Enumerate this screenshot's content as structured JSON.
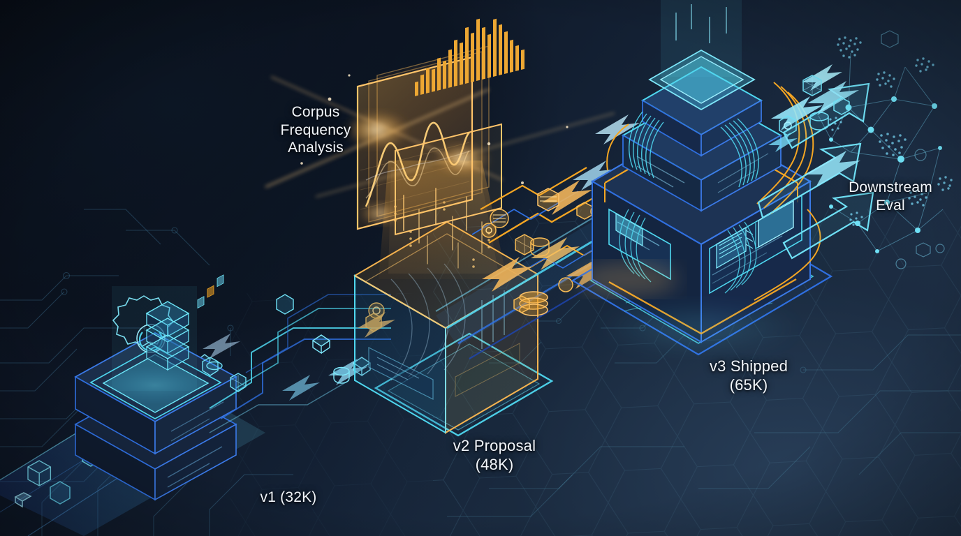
{
  "scene": {
    "title": "Corpus Frequency Analysis Pipeline",
    "type": "isometric-technical-illustration",
    "background_colors": {
      "deep": "#080d16",
      "mid": "#132033",
      "light_slate": "#22344c"
    },
    "accent_colors": {
      "cyan": "#4fd8f0",
      "blue": "#2f6fe0",
      "deep_blue": "#1e46b4",
      "amber": "#f5a623",
      "gold": "#ffc24a",
      "pale_gold": "#ffe0a0",
      "label_text": "#f2f6fb"
    }
  },
  "labels": {
    "corpus": "Corpus\nFrequency\nAnalysis",
    "v1": "v1 (32K)",
    "v2": "v2 Proposal\n(48K)",
    "v3": "v3 Shipped\n(65K)",
    "downstream": "Downstream\nEval"
  },
  "stages": [
    {
      "id": "v1",
      "label": "v1 (32K)",
      "tokens": "32K",
      "node": "tokenizer-platform"
    },
    {
      "id": "v2",
      "label": "v2 Proposal (48K)",
      "tokens": "48K",
      "node": "proposal-cube"
    },
    {
      "id": "v3",
      "label": "v3 Shipped (65K)",
      "tokens": "65K",
      "node": "shipped-tower"
    },
    {
      "id": "downstream",
      "label": "Downstream Eval",
      "tokens": "",
      "node": "eval-network-graph"
    }
  ],
  "chart_data": {
    "type": "line",
    "title": "Corpus Frequency Analysis",
    "xlabel": "",
    "ylabel": "",
    "panels": [
      {
        "name": "frequency-wave-panel",
        "type": "line",
        "series": [
          {
            "name": "gold-wave",
            "values": [
              6,
              14,
              42,
              70,
              40,
              30,
              58,
              86,
              52,
              28,
              64,
              46,
              70,
              50,
              60,
              54
            ]
          },
          {
            "name": "pale-wave",
            "values": [
              30,
              34,
              26,
              40,
              52,
              44,
              38,
              56,
              48,
              62,
              54,
              60,
              50,
              66,
              58,
              62
            ]
          }
        ]
      },
      {
        "name": "inset-bar-panel",
        "type": "bar",
        "values": [
          34,
          52,
          28,
          70,
          46,
          80,
          38,
          24,
          58,
          44
        ]
      },
      {
        "name": "histogram-panel",
        "type": "bar",
        "values": [
          14,
          22,
          30,
          26,
          38,
          34,
          46,
          58,
          52,
          74,
          64,
          88,
          70,
          60,
          82,
          76,
          66,
          54,
          44,
          36,
          28,
          20,
          14,
          10
        ]
      }
    ]
  }
}
